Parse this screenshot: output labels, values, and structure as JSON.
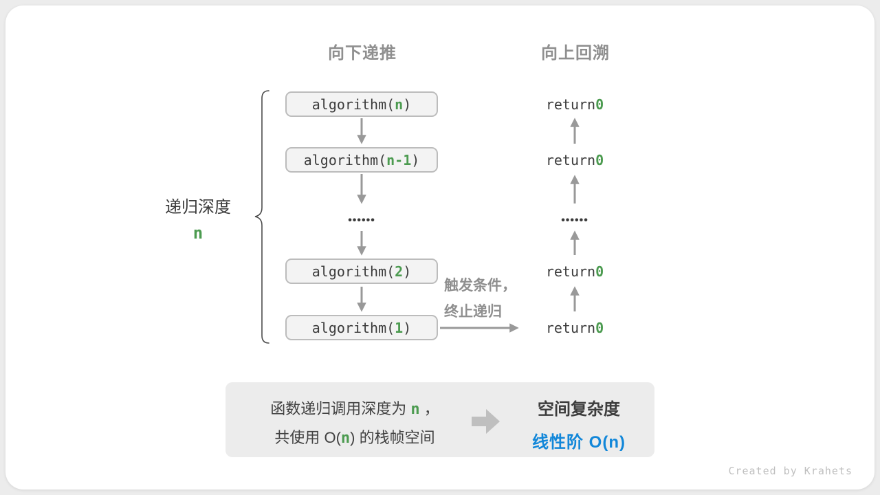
{
  "colors": {
    "green": "#4c9b50",
    "blue": "#1287d9",
    "header_gray": "#8f8f8f",
    "dark_text": "#3c3c3c",
    "arrow_gray": "#999999"
  },
  "headers": {
    "downward": "向下递推",
    "upward": "向上回溯"
  },
  "depth": {
    "label": "递归深度",
    "value": "n"
  },
  "ellipsis": "••••••",
  "calls": [
    {
      "pre": "algorithm(",
      "arg": "n",
      "post": ")"
    },
    {
      "pre": "algorithm(",
      "arg": "n-1",
      "post": ")"
    },
    {
      "pre": "algorithm(",
      "arg": "2",
      "post": ")"
    },
    {
      "pre": "algorithm(",
      "arg": "1",
      "post": ")"
    }
  ],
  "returns": [
    {
      "pre": "return ",
      "val": "0"
    },
    {
      "pre": "return ",
      "val": "0"
    },
    {
      "pre": "return ",
      "val": "0"
    },
    {
      "pre": "return ",
      "val": "0"
    }
  ],
  "trigger": {
    "line1": "触发条件，",
    "line2": "终止递归"
  },
  "summary": {
    "line1_pre": "函数递归调用深度为 ",
    "line1_var": "n",
    "line1_post": " ，",
    "line2_pre": "共使用 O(",
    "line2_var": "n",
    "line2_post": ") 的栈帧空间",
    "result_title": "空间复杂度",
    "result_value": "线性阶 O(n)"
  },
  "credit": "Created by Krahets"
}
